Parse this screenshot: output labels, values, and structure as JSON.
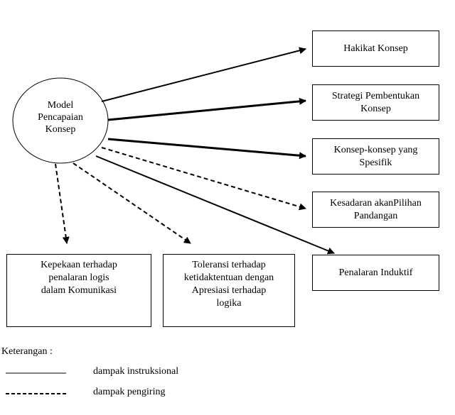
{
  "center": {
    "label_lines": [
      "Model",
      "Pencapaian",
      "Konsep"
    ]
  },
  "right_boxes": [
    {
      "lines": [
        "Hakikat Konsep"
      ]
    },
    {
      "lines": [
        "Strategi Pembentukan",
        "Konsep"
      ]
    },
    {
      "lines": [
        "Konsep-konsep yang",
        "Spesifik"
      ]
    },
    {
      "lines": [
        "Kesadaran akanPilihan",
        "Pandangan"
      ]
    },
    {
      "lines": [
        "Penalaran Induktif"
      ]
    }
  ],
  "bottom_boxes": [
    {
      "lines": [
        "Kepekaan terhadap",
        "penalaran logis",
        "dalam Komunikasi"
      ]
    },
    {
      "lines": [
        "Toleransi terhadap",
        "ketidaktentuan dengan",
        "Apresiasi terhadap",
        "logika"
      ]
    }
  ],
  "legend": {
    "title": "Keterangan :",
    "items": [
      {
        "style": "solid",
        "label": "dampak instruksional"
      },
      {
        "style": "dashed",
        "label": "dampak pengiring"
      }
    ]
  }
}
